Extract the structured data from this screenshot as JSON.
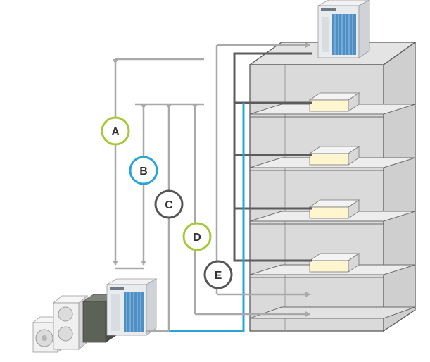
{
  "colors": {
    "ref_line": "#a9a9a9",
    "riser": "#5c5c5c",
    "liquid_line": "#2aa3d6",
    "building_wall": "#d9d9d9",
    "building_floor": "#e8e8e8",
    "building_edge": "#5a5a5a",
    "indoor_unit": "#fff6d0"
  },
  "labels": [
    {
      "id": "A",
      "text": "A",
      "ring_color": "#a6c83b"
    },
    {
      "id": "B",
      "text": "B",
      "ring_color": "#2aa3d6"
    },
    {
      "id": "C",
      "text": "C",
      "ring_color": "#555555"
    },
    {
      "id": "D",
      "text": "D",
      "ring_color": "#a6c83b"
    },
    {
      "id": "E",
      "text": "E",
      "ring_color": "#555555"
    }
  ],
  "icons": {
    "top_outdoor_unit": "vrv-outdoor-unit",
    "ground_units": [
      "split-outdoor-unit-small",
      "split-outdoor-unit-medium",
      "outdoor-unit-grey-box",
      "vrv-outdoor-unit"
    ],
    "indoor_units": [
      "ducted-indoor-unit",
      "ducted-indoor-unit",
      "ducted-indoor-unit",
      "ducted-indoor-unit"
    ]
  }
}
